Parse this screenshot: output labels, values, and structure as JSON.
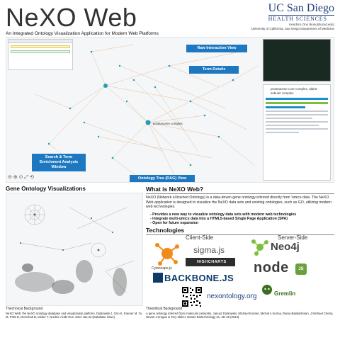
{
  "header": {
    "title": "NeXO Web",
    "subtitle": "An Integrated Ontology Visualization Application for Modern Web Platforms",
    "logo_main": "UC San Diego",
    "logo_sub": "HEALTH SCIENCES",
    "author_line1": "Keiichiro Ono (kono@ucsd.edu)",
    "author_line2": "University of California, San Diego Department of Medicine"
  },
  "hero": {
    "callout_raw": "Raw Interaction View",
    "callout_term": "Term Details",
    "callout_search": "Search & Term Enrichment Analysis Window",
    "callout_dag": "Ontology Tree (DAG) View",
    "node_label_1": "proteasome complex",
    "term_caption": "proteasome core complex, alpha-subunit complex",
    "toolbar_icons": "⊖ ⊕ ⊙ ⤢ ⟲"
  },
  "go_section": {
    "title": "Gene Ontology Visualizations"
  },
  "background_left": {
    "heading": "Thechnical Background",
    "text": "NeXO Web: the NeXO ontology database and visualization platform.  Dutkowski J, Ono K, Kramer M, Yu M, Pratt D, Demchak B, Ideker T.  Nucleic Acids Res. 2014 Jan;42 (Database issue)"
  },
  "what": {
    "title": "What is NeXO Web?",
    "text": "NeXO (Network eXtracted Ontology) is a data-driven gene ontology inferred directly from 'omics data.  The NeXO Web application is designed to visualize the NeXO data sets and existing ontologies, such as GO, utilizing modern web technologies.",
    "bullets": [
      "Provides a new way to visualize ontology data sets with modern web technologies",
      "Integrate multi-omics data into a HTML5-based Single Page Application (SPA)",
      "Open for future expansion"
    ]
  },
  "tech": {
    "title": "Technologies",
    "client_head": "Client-Side",
    "server_head": "Server-Side",
    "sigma": "sigma.js",
    "cytoscape": "Cytoscape.js",
    "highcharts": "HIGHCHARTS",
    "backbone": "BACKBONE.JS",
    "neo4j": "Neo4j",
    "node": "node",
    "node_badge": "JS",
    "gremlin": "Gremlin",
    "url": "nexontology.org"
  },
  "background_right": {
    "heading": "Theoritical Background",
    "text": "A gene ontology inferred from molecular networks. Janusz Dutkowski, Michael Kramer, Michal A Surma, Rama Balakrishnan, J Michael Cherry, Nevan J Krogan & Trey Ideker. Nature Biotechnology 31, 38–45 (2013)."
  },
  "colors": {
    "callout": "#1d78c1",
    "logo": "#1f3e7a",
    "network_edge": "#e0a46a",
    "network_node": "#1d9fb5"
  }
}
